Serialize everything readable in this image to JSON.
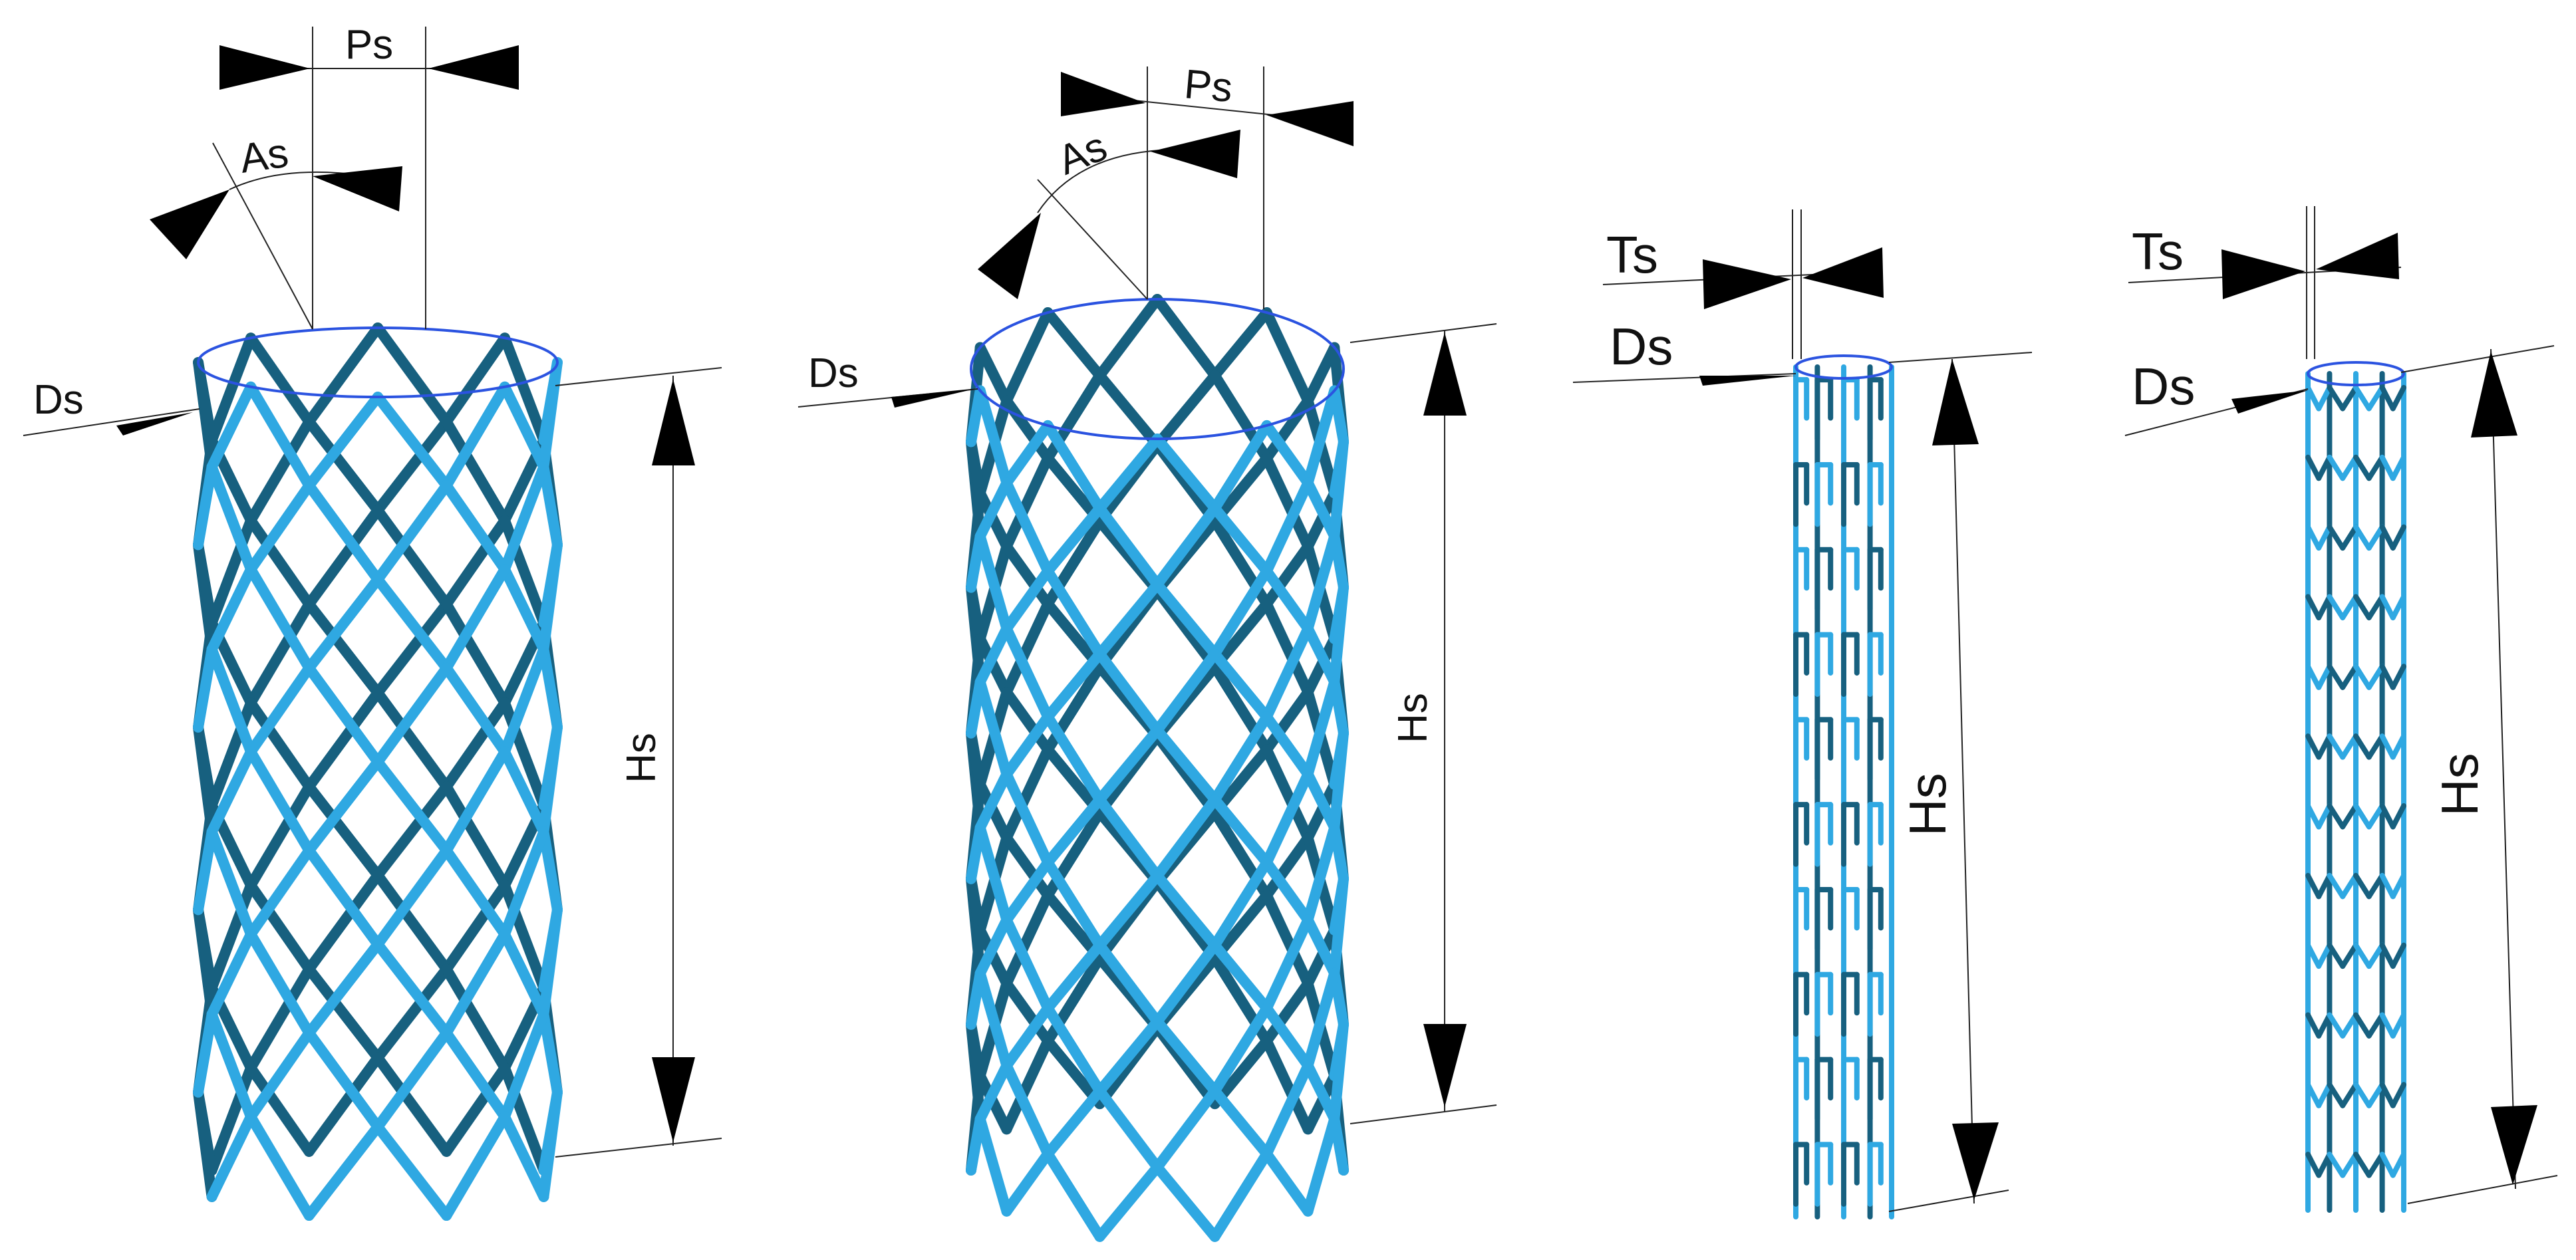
{
  "colors": {
    "strut": "#2fa8e2",
    "strut_shadow": "#17607f",
    "rim": "#2b53e0",
    "dimension": "#222222"
  },
  "figures": [
    {
      "pitch_label": "Ps",
      "angle_label": "As",
      "diameter_label": "Ds",
      "height_label": "Hs"
    },
    {
      "pitch_label": "Ps",
      "angle_label": "As",
      "diameter_label": "Ds",
      "height_label": "Hs"
    },
    {
      "thickness_label": "Ts",
      "diameter_label": "Ds",
      "height_label": "Hs"
    },
    {
      "thickness_label": "Ts",
      "diameter_label": "Ds",
      "height_label": "Hs"
    }
  ]
}
